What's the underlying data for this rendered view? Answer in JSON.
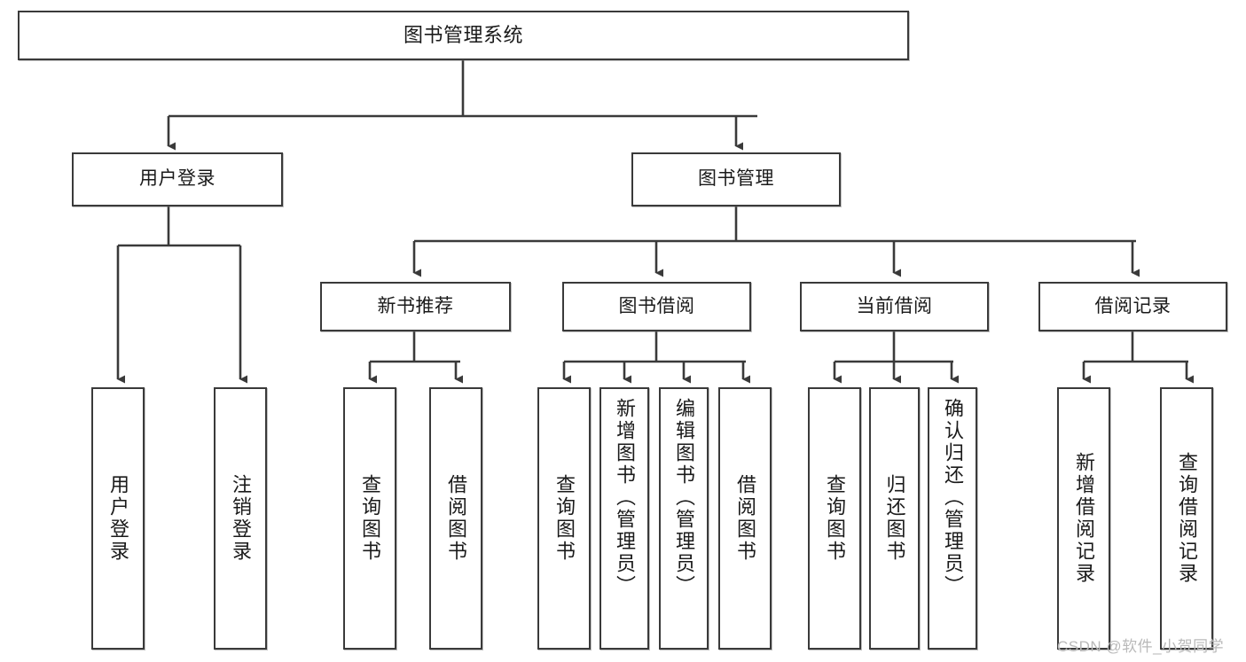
{
  "diagram": {
    "type": "tree",
    "title": "图书管理系统",
    "root": {
      "id": "root",
      "label": "图书管理系统"
    },
    "level2": [
      {
        "id": "user-login",
        "label": "用户登录"
      },
      {
        "id": "book-manage",
        "label": "图书管理"
      }
    ],
    "level3": [
      {
        "id": "new-book-recommend",
        "label": "新书推荐",
        "parent": "book-manage"
      },
      {
        "id": "book-borrow",
        "label": "图书借阅",
        "parent": "book-manage"
      },
      {
        "id": "current-borrow",
        "label": "当前借阅",
        "parent": "book-manage"
      },
      {
        "id": "borrow-record",
        "label": "借阅记录",
        "parent": "book-manage"
      }
    ],
    "leaves": [
      {
        "id": "leaf-user-login",
        "label": "用户登录",
        "parent": "user-login"
      },
      {
        "id": "leaf-logout-login",
        "label": "注销登录",
        "parent": "user-login"
      },
      {
        "id": "leaf-query-book-1",
        "label": "查询图书",
        "parent": "new-book-recommend"
      },
      {
        "id": "leaf-borrow-book-1",
        "label": "借阅图书",
        "parent": "new-book-recommend"
      },
      {
        "id": "leaf-query-book-2",
        "label": "查询图书",
        "parent": "book-borrow"
      },
      {
        "id": "leaf-add-book",
        "label": "新增图书（管理员）",
        "parent": "book-borrow"
      },
      {
        "id": "leaf-edit-book",
        "label": "编辑图书（管理员）",
        "parent": "book-borrow"
      },
      {
        "id": "leaf-borrow-book-2",
        "label": "借阅图书",
        "parent": "book-borrow"
      },
      {
        "id": "leaf-query-book-3",
        "label": "查询图书",
        "parent": "current-borrow"
      },
      {
        "id": "leaf-return-book",
        "label": "归还图书",
        "parent": "current-borrow"
      },
      {
        "id": "leaf-confirm-return",
        "label": "确认归还（管理员）",
        "parent": "current-borrow"
      },
      {
        "id": "leaf-add-record",
        "label": "新增借阅记录",
        "parent": "borrow-record"
      },
      {
        "id": "leaf-query-record",
        "label": "查询借阅记录",
        "parent": "borrow-record"
      }
    ]
  },
  "colors": {
    "stroke": "#3a3a3a",
    "background": "#ffffff",
    "text": "#1a1a1a",
    "watermark": "#b9b9b9"
  },
  "watermark": {
    "text": "CSDN @软件_小贺同学"
  }
}
